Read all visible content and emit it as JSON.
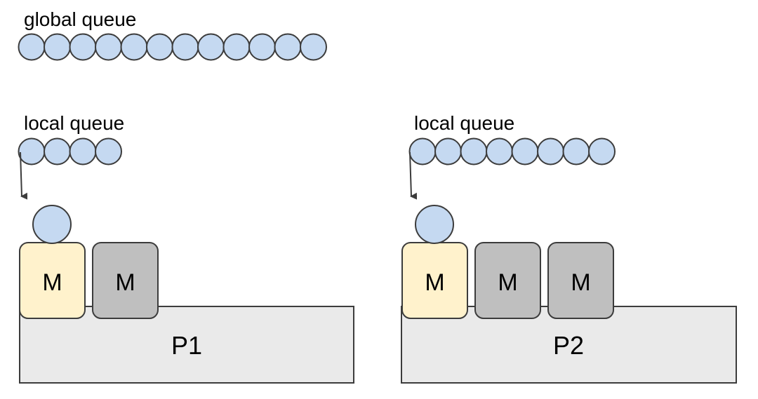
{
  "global_queue": {
    "label": "global queue",
    "count": 12
  },
  "processors": [
    {
      "label": "P1",
      "local_queue_label": "local queue",
      "local_queue_count": 4,
      "running_goroutine": true,
      "machines": [
        {
          "label": "M",
          "state": "active"
        },
        {
          "label": "M",
          "state": "idle"
        }
      ]
    },
    {
      "label": "P2",
      "local_queue_label": "local queue",
      "local_queue_count": 8,
      "running_goroutine": true,
      "machines": [
        {
          "label": "M",
          "state": "active"
        },
        {
          "label": "M",
          "state": "idle"
        },
        {
          "label": "M",
          "state": "idle"
        }
      ]
    }
  ],
  "colors": {
    "goroutine_fill": "#c5d9f1",
    "goroutine_stroke": "#3c3c3c",
    "active_m_fill": "#fff2cc",
    "idle_m_fill": "#bfbfbf",
    "processor_fill": "#eaeaea",
    "stroke": "#3c3c3c",
    "arrow": "#3c3c3c"
  }
}
